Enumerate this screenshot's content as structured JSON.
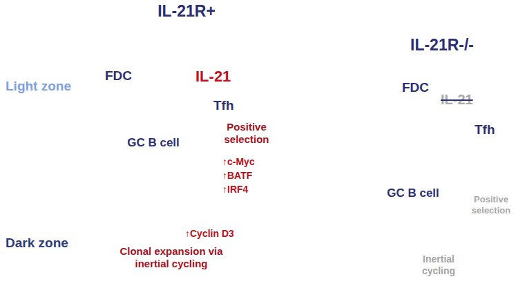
{
  "diagram": {
    "nodes": [
      {
        "text": [
          "IL-21R+"
        ]
      },
      {
        "text": [
          "↑Cyclin D3",
          "Clonal expansion via inertial cycling"
        ],
        "in": 0
      },
      {
        "text": [
          "GC B cell"
        ],
        "in": 0
      },
      {
        "text": [
          "IL-21R-/-"
        ]
      },
      {
        "text": [
          "Inertial cycling"
        ],
        "in": 3
      },
      {
        "text": [
          "GC B cell"
        ],
        "in": 3
      }
    ],
    "edges": [
      {
        "from": 1,
        "to": 2,
        "arrow": "to"
      },
      {
        "from": 2,
        "to": 1,
        "label": "Positive selection",
        "arrow": "to"
      },
      {
        "from": 4,
        "to": 5,
        "arrow": "to"
      },
      {
        "from": 5,
        "to": 4,
        "label": "Positive selection",
        "arrow": "to"
      }
    ],
    "labels": [
      "Light zone",
      "Dark zone",
      "FDC",
      "IL-21",
      "Tfh",
      "↑c-Myc",
      "↑BATF",
      "↑IRF4",
      "FDC",
      "IL-21",
      "Tfh"
    ]
  }
}
